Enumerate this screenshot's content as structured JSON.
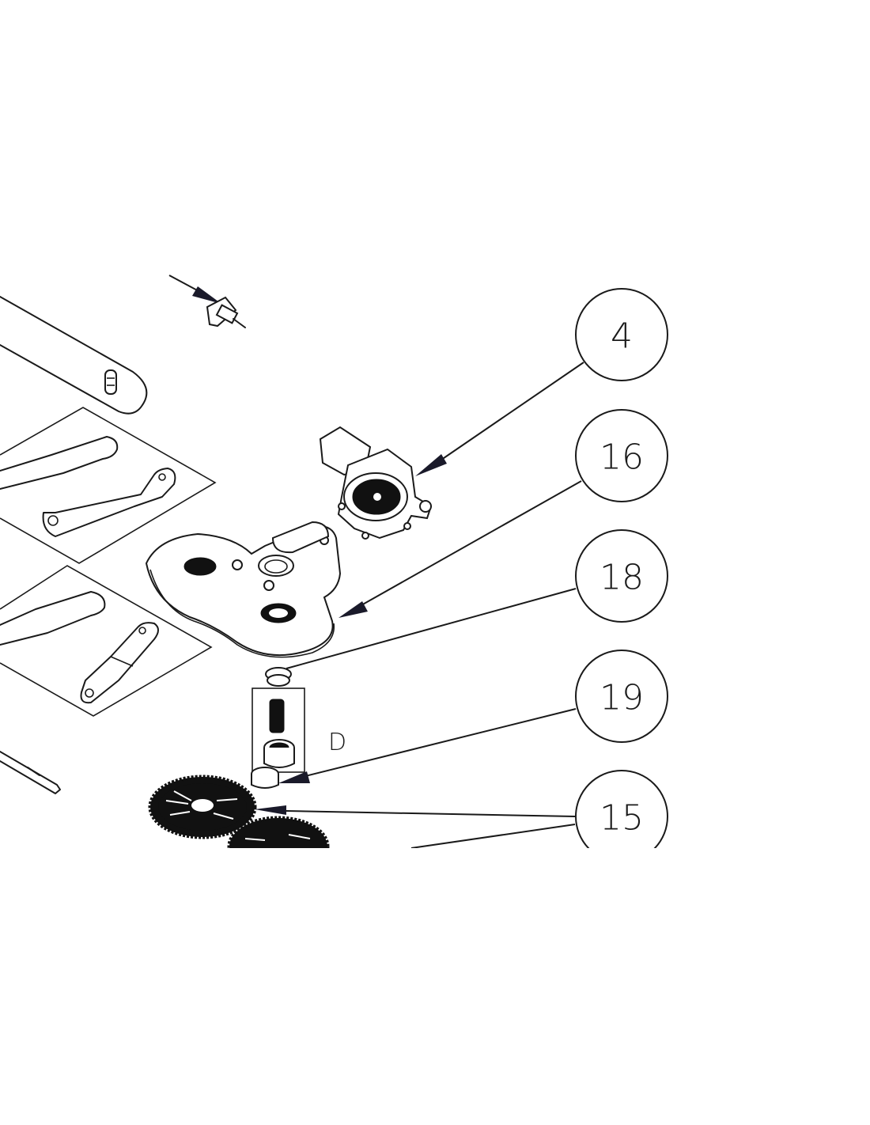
{
  "drawing": {
    "type": "exploded-view parts diagram",
    "background_color": "#ffffff",
    "line_color": "#1a1a1a"
  },
  "callouts": [
    {
      "id": "4",
      "label": "4",
      "part": "motor-gearbox-assembly"
    },
    {
      "id": "16",
      "label": "16",
      "part": "gearbox-cover"
    },
    {
      "id": "18",
      "label": "18",
      "part": "spring-washer"
    },
    {
      "id": "19",
      "label": "19",
      "part": "small-pinion-gear"
    },
    {
      "id": "15",
      "label": "15",
      "part": "large-spur-gears"
    }
  ],
  "detail_label": "D",
  "parts": [
    "wiper-arm-blade",
    "connector-plug",
    "push-pin-clip",
    "linkage-arms-upper",
    "linkage-arms-lower",
    "shaft-rod",
    "motor-gearbox-assembly",
    "gearbox-cover",
    "spring-washer",
    "pinion-shaft",
    "ring-gear",
    "small-pinion-gear",
    "large-spur-gear-1",
    "large-spur-gear-2"
  ]
}
